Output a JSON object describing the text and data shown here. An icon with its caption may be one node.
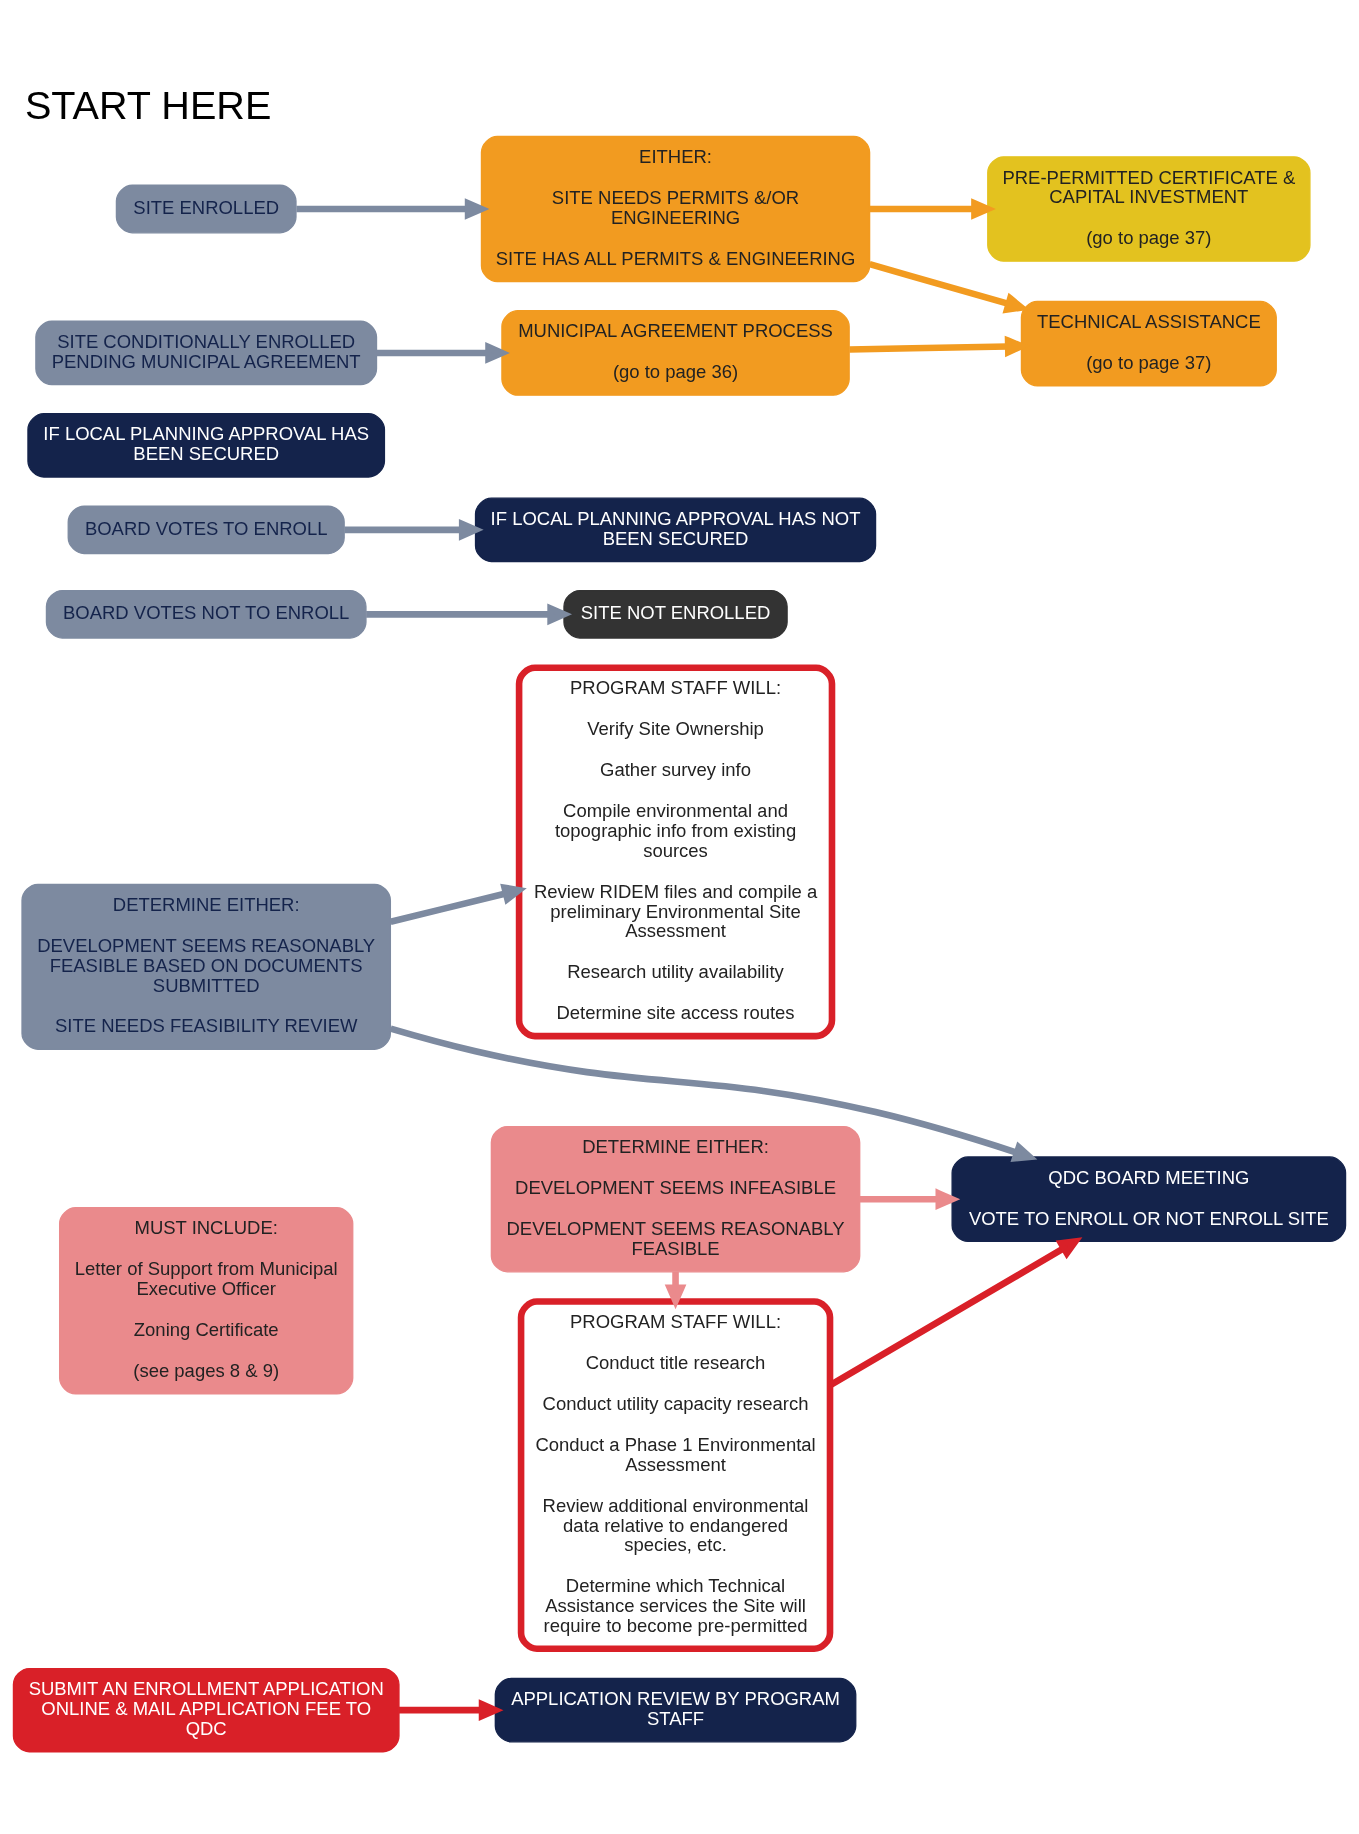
{
  "diagram": {
    "title": "START HERE",
    "nodes": [
      {
        "text": [
          "SUBMIT AN ENROLLMENT APPLICATION ONLINE & MAIL APPLICATION FEE TO QDC"
        ]
      },
      {
        "text": [
          "MUST INCLUDE:",
          "Letter of Support from Municipal Executive Officer",
          "Zoning Certificate",
          "(see pages 8 & 9)"
        ]
      },
      {
        "text": [
          "APPLICATION REVIEW BY PROGRAM STAFF"
        ]
      },
      {
        "text": [
          "DETERMINE EITHER:",
          "DEVELOPMENT SEEMS REASONABLY FEASIBLE BASED ON DOCUMENTS SUBMITTED",
          "SITE NEEDS FEASIBILITY REVIEW"
        ]
      },
      {
        "text": [
          "SITE NOT ENROLLED"
        ]
      },
      {
        "text": [
          "PROGRAM STAFF WILL:",
          "Verify Site Ownership",
          "Gather survey info",
          "Compile environmental and topographic info from existing sources",
          "Review RIDEM files and compile a preliminary Environmental Site Assessment",
          "Research utility availability",
          "Determine site access routes"
        ]
      },
      {
        "text": [
          "DETERMINE EITHER:",
          "DEVELOPMENT SEEMS INFEASIBLE",
          "DEVELOPMENT SEEMS REASONABLY FEASIBLE"
        ]
      },
      {
        "text": [
          "PROGRAM STAFF WILL:",
          "Conduct title research",
          "Conduct utility capacity research",
          "Conduct a Phase 1 Environmental Assessment",
          "Review additional environmental data relative to endangered species, etc.",
          "Determine which Technical Assistance services the Site will require to become pre-permitted"
        ]
      },
      {
        "text": [
          "QDC BOARD MEETING",
          "VOTE TO ENROLL OR NOT ENROLL SITE"
        ]
      },
      {
        "text": [
          "BOARD VOTES NOT TO ENROLL"
        ]
      },
      {
        "text": [
          "BOARD VOTES TO ENROLL"
        ]
      },
      {
        "text": [
          "IF LOCAL PLANNING APPROVAL HAS BEEN SECURED"
        ]
      },
      {
        "text": [
          "IF LOCAL PLANNING APPROVAL HAS NOT BEEN SECURED"
        ]
      },
      {
        "text": [
          "SITE ENROLLED"
        ]
      },
      {
        "text": [
          "SITE CONDITIONALLY ENROLLED PENDING MUNICIPAL AGREEMENT"
        ]
      },
      {
        "text": [
          "EITHER:",
          "SITE NEEDS PERMITS &/OR ENGINEERING",
          "SITE HAS ALL PERMITS & ENGINEERING"
        ]
      },
      {
        "text": [
          "PRE-PERMITTED CERTIFICATE & CAPITAL INVESTMENT",
          "(go to page 37)"
        ]
      },
      {
        "text": [
          "TECHNICAL ASSISTANCE",
          "(go to page 37)"
        ]
      },
      {
        "text": [
          "MUNICIPAL AGREEMENT PROCESS",
          "(go to page 36)"
        ]
      }
    ],
    "edges": [
      {
        "from": 0,
        "to": 2,
        "arrow": "to",
        "color": "#d92028"
      },
      {
        "from": 3,
        "to": 8,
        "arrow": "to"
      },
      {
        "from": 3,
        "to": 5,
        "arrow": "to"
      },
      {
        "from": 6,
        "to": 8,
        "arrow": "to",
        "color": "#ea8a8c"
      },
      {
        "from": 6,
        "to": 7,
        "arrow": "to",
        "color": "#ea8a8c"
      },
      {
        "from": 7,
        "to": 8,
        "arrow": "to",
        "color": "#d92028"
      },
      {
        "from": 9,
        "to": 4,
        "arrow": "to"
      },
      {
        "from": 10,
        "to": 12,
        "arrow": "to"
      },
      {
        "from": 13,
        "to": 15,
        "arrow": "to"
      },
      {
        "from": 14,
        "to": 18,
        "arrow": "to"
      },
      {
        "from": 15,
        "to": 16,
        "arrow": "to",
        "color": "#f29b20"
      },
      {
        "from": 15,
        "to": 17,
        "arrow": "to",
        "color": "#f29b20"
      },
      {
        "from": 18,
        "to": 17,
        "arrow": "to",
        "color": "#f29b20"
      }
    ]
  }
}
